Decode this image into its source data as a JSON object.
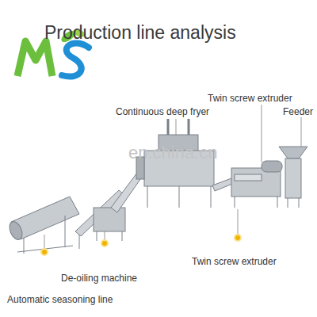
{
  "diagram": {
    "title": "Production line analysis",
    "labels": [
      "Continuous deep fryer",
      "Twin screw extruder",
      "Feeder",
      "en.china.cn",
      "Twin screw extruder",
      "De-oiling machine",
      "Automatic seasoning line"
    ]
  }
}
